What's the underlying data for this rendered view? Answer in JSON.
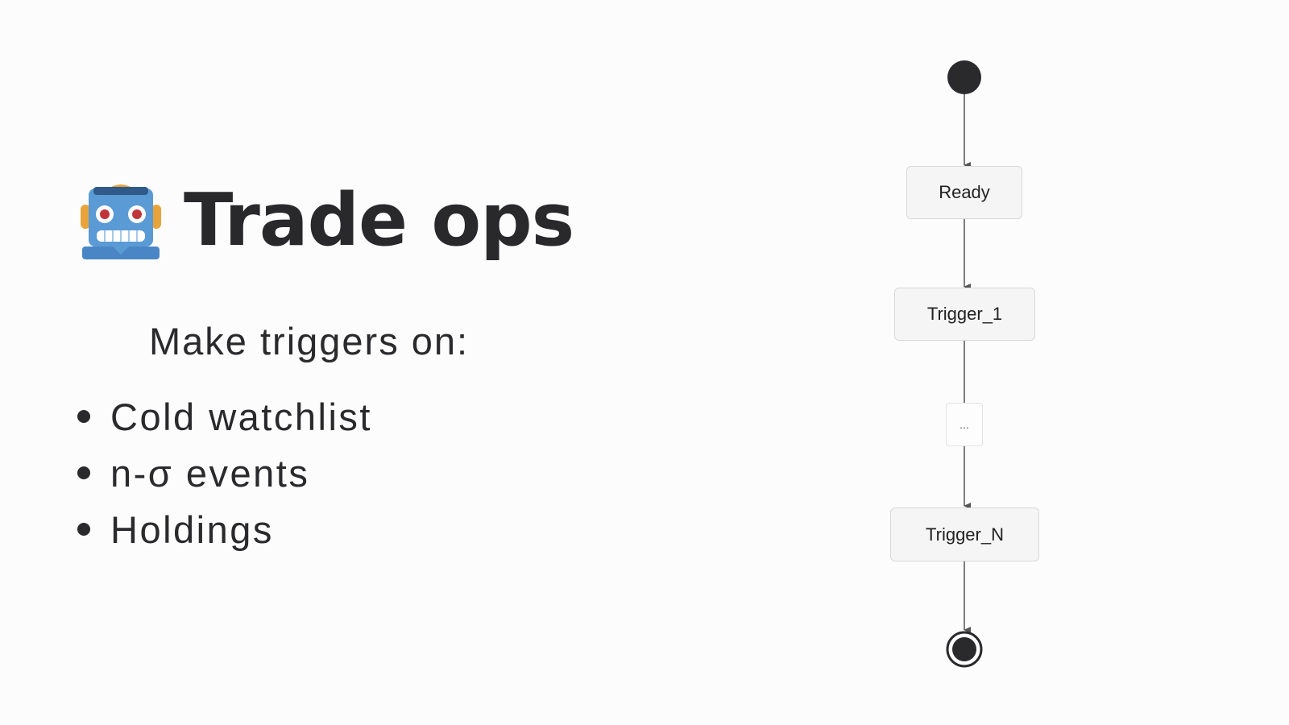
{
  "slide": {
    "title": "Trade ops",
    "title_icon": "robot-face-icon",
    "subtitle": "Make triggers on:",
    "bullets": [
      "Cold watchlist",
      "n-σ events",
      "Holdings"
    ]
  },
  "diagram": {
    "type": "state-flow",
    "states": [
      "Ready",
      "Trigger_1",
      "...",
      "Trigger_N"
    ],
    "start_marker": "start-node",
    "end_marker": "end-node",
    "colors": {
      "node_fill": "#f5f5f5",
      "node_border": "#d8d8d8",
      "edge": "#555555",
      "marker": "#2a2a2d"
    }
  },
  "colors": {
    "background": "#fcfcfc",
    "text": "#2a2a2d",
    "robot_body": "#5b9bd5",
    "robot_ears": "#e8a33a",
    "robot_eyes": "#c0353a"
  }
}
